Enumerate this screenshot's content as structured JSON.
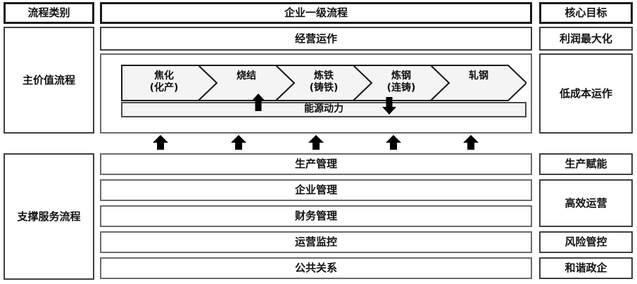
{
  "headers": {
    "left": "流程类别",
    "middle": "企业一级流程",
    "right": "核心目标"
  },
  "main_value_stream": {
    "category": "主价值流程",
    "operation_bar": "经营运作",
    "energy_bar": "能源动力",
    "process_steps": [
      {
        "label": "焦化\n(化产)"
      },
      {
        "label": "烧结"
      },
      {
        "label": "炼铁\n(铸铁)"
      },
      {
        "label": "炼钢\n(连铸)"
      },
      {
        "label": "轧钢"
      }
    ],
    "goals": [
      {
        "label": "利润最大化"
      },
      {
        "label": "低成本运作"
      }
    ],
    "inline_arrows": [
      {
        "name": "energy-input-arrow-up",
        "direction": "up"
      },
      {
        "name": "energy-output-arrow-down",
        "direction": "down"
      }
    ]
  },
  "support_service": {
    "category": "支撑服务流程",
    "rows": [
      {
        "label": "生产管理"
      },
      {
        "label": "企业管理"
      },
      {
        "label": "财务管理"
      },
      {
        "label": "运营监控"
      },
      {
        "label": "公共关系"
      }
    ],
    "goals": [
      {
        "label": "生产赋能"
      },
      {
        "label": "高效运营"
      },
      {
        "label": "风险管控"
      },
      {
        "label": "和谐政企"
      }
    ],
    "support_arrows_count": 5
  },
  "colors": {
    "border_dark": "#1a1a1a",
    "border_mid": "#3f3f3f",
    "border_light": "#6b6b6b",
    "chevron_fill": "#f4f4f4",
    "arrow_fill": "#000000",
    "background": "#ffffff"
  }
}
